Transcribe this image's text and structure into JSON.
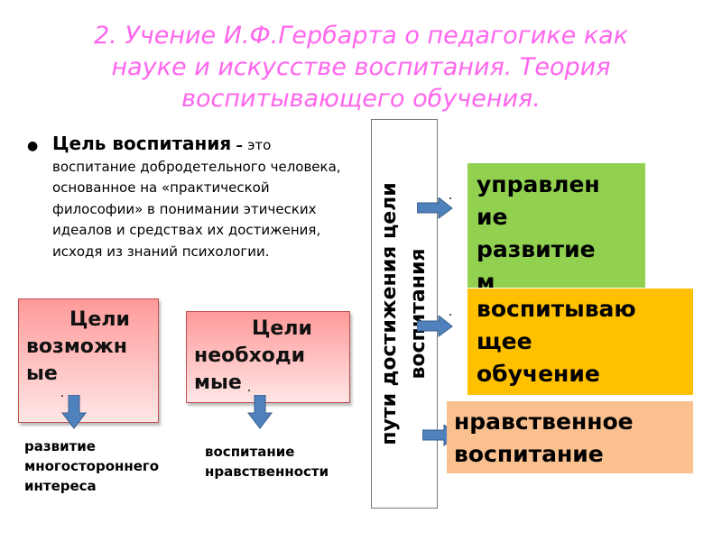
{
  "title": {
    "line1": "2. Учение И.Ф.Гербарта о педагогике как",
    "line2": "науке и искусстве воспитания. Теория",
    "line3": "воспитывающего обучения."
  },
  "bullet": {
    "lead": "Цель воспитания",
    "dash": " – ",
    "body": "это воспитание добродетельного человека, основанное на «практической философии» в понимании этических идеалов и средствах их достижения, исходя из знаний психологии."
  },
  "goals_possible": {
    "line1": "Цели",
    "line2": "возможн",
    "line3": "ые"
  },
  "goals_necessary": {
    "line1": "Цели",
    "line2": "необходи",
    "line3": "мые"
  },
  "caption_left": {
    "line1": "развитие",
    "line2": "многостороннего",
    "line3": "интереса"
  },
  "caption_right": {
    "line1": "воспитание",
    "line2": "нравственности"
  },
  "vertical": {
    "line1": "пути достижения цели",
    "line2": "воспитания"
  },
  "box_management": {
    "line1": "управлен",
    "line2": "ие",
    "line3": "развитие",
    "line4": "м"
  },
  "box_educating": {
    "line1": "воспитываю",
    "line2": "щее",
    "line3": "обучение"
  },
  "box_moral": {
    "line1": "нравственное",
    "line2": "воспитание"
  },
  "colors": {
    "title": "#ff66ee",
    "green": "#92d050",
    "yellow": "#ffc000",
    "peach": "#fac090",
    "arrow_blue": "#4f81bd"
  },
  "icons": {
    "bullet": "bullet-dot",
    "arrow_down": "down-arrow-icon",
    "arrow_right": "right-arrow-icon"
  }
}
